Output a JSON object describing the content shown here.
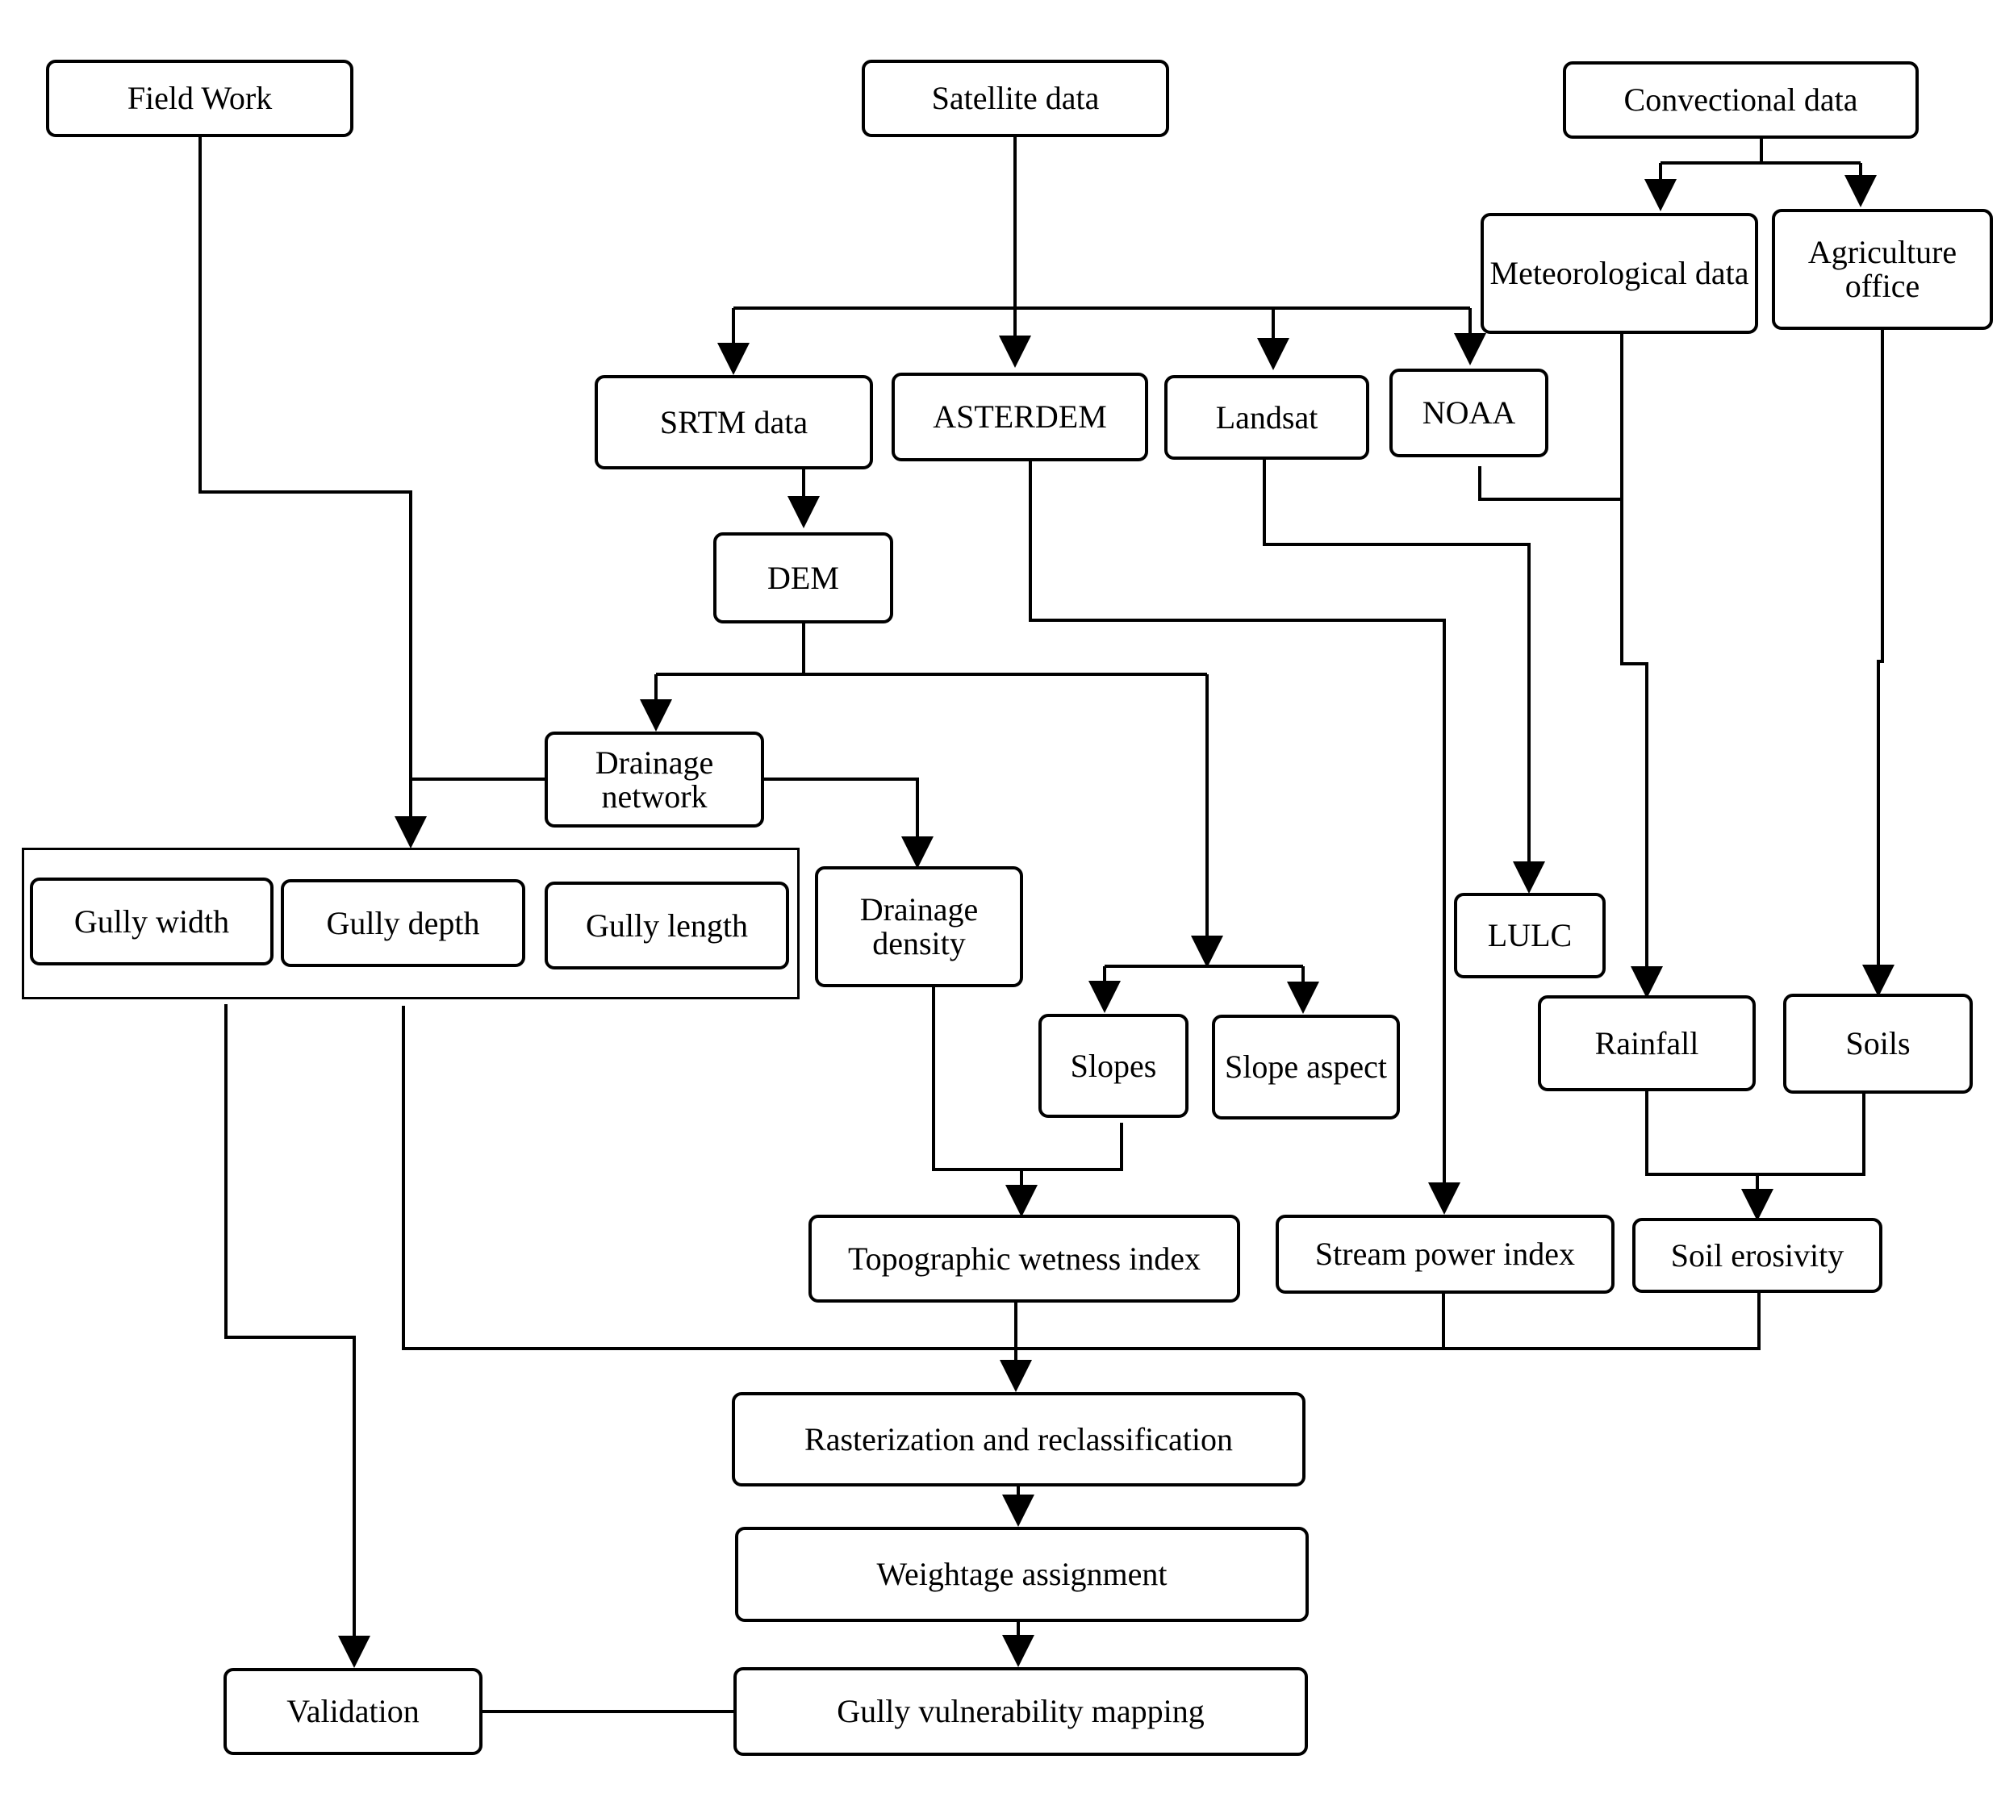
{
  "nodes": {
    "field_work": "Field Work",
    "satellite_data": "Satellite data",
    "convectional_data": "Convectional  data",
    "meteorological_data": "Meteorological data",
    "agriculture_office": "Agriculture office",
    "srtm_data": "SRTM data",
    "asterdem": "ASTERDEM",
    "landsat": "Landsat",
    "noaa": "NOAA",
    "dem": "DEM",
    "drainage_network": "Drainage network",
    "gully_width": "Gully width",
    "gully_depth": "Gully depth",
    "gully_length": "Gully length",
    "drainage_density": "Drainage density",
    "slopes": "Slopes",
    "slope_aspect": "Slope aspect",
    "lulc": "LULC",
    "rainfall": "Rainfall",
    "soils": "Soils",
    "twi": "Topographic wetness index",
    "spi": "Stream power index",
    "soil_erosivity": "Soil erosivity",
    "rasterization": "Rasterization and reclassification",
    "weightage": "Weightage assignment",
    "gully_mapping": "Gully vulnerability mapping",
    "validation": "Validation"
  }
}
